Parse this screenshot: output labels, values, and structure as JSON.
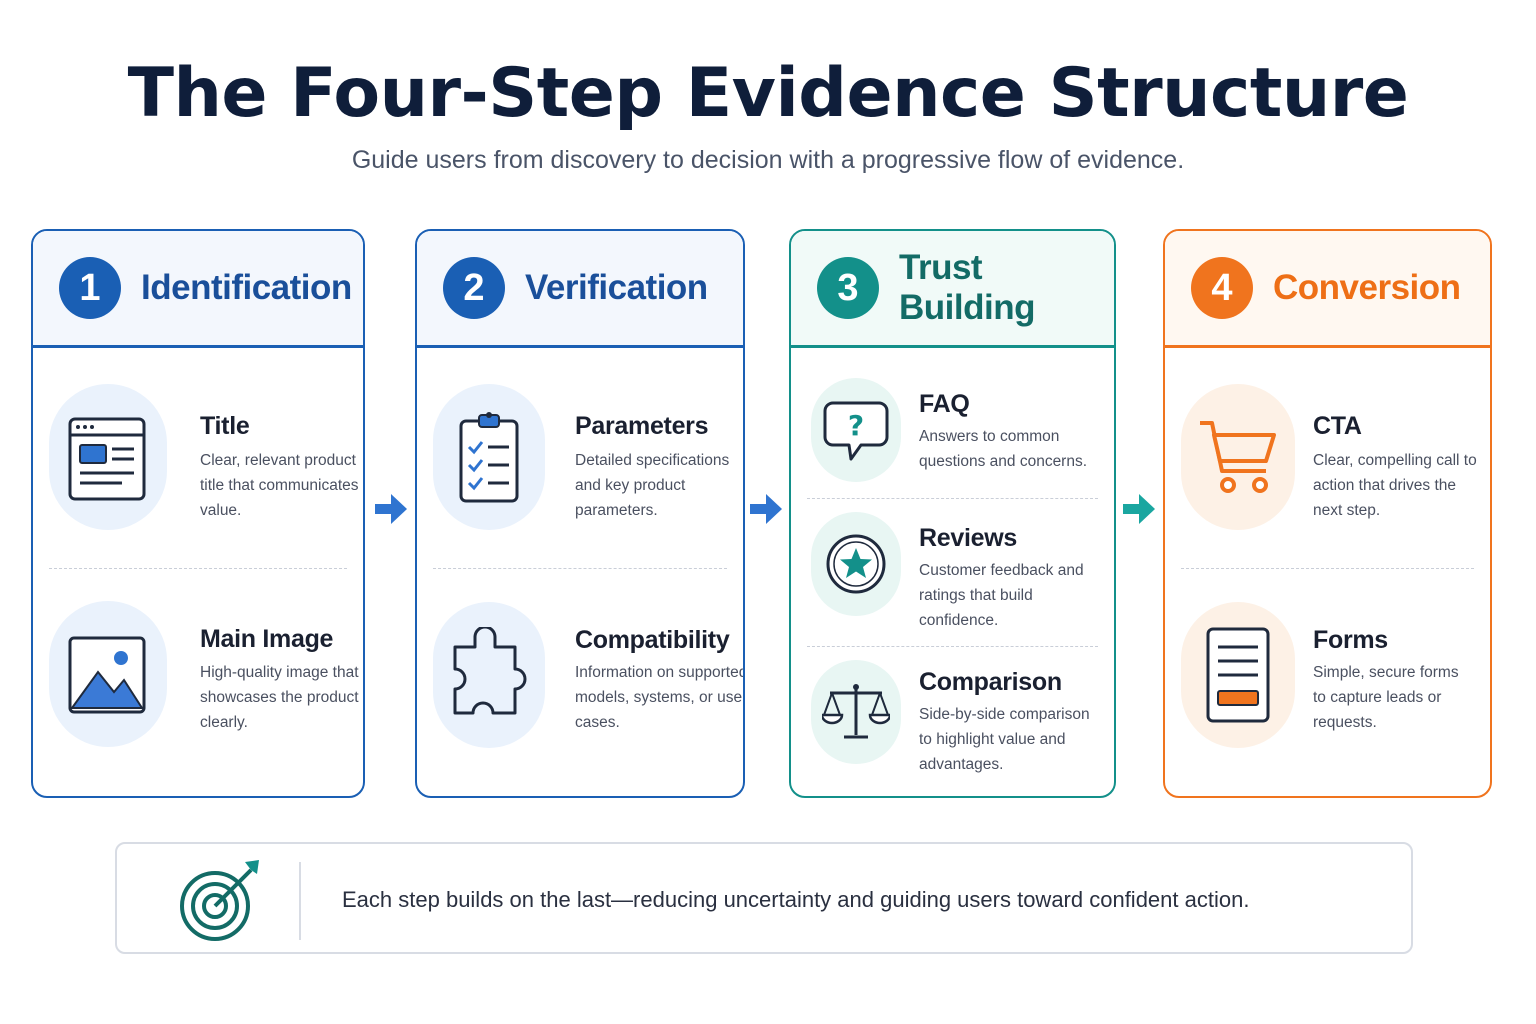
{
  "title": "The Four-Step Evidence Structure",
  "subtitle": "Guide users from discovery to decision with a progressive flow of evidence.",
  "colors": {
    "step1": "#1a5fb4",
    "step2": "#1a5fb4",
    "step3": "#13908a",
    "step4": "#f0741e",
    "title": "#0f1e3a"
  },
  "steps": [
    {
      "number": "1",
      "title": "Identification",
      "items": [
        {
          "title": "Title",
          "icon": "browser-window-icon",
          "desc": "Clear, relevant product title that communicates value."
        },
        {
          "title": "Main Image",
          "icon": "image-icon",
          "desc": "High-quality image that showcases the product clearly."
        }
      ]
    },
    {
      "number": "2",
      "title": "Verification",
      "items": [
        {
          "title": "Parameters",
          "icon": "clipboard-checklist-icon",
          "desc": "Detailed specifications and key product parameters."
        },
        {
          "title": "Compatibility",
          "icon": "puzzle-piece-icon",
          "desc": "Information on supported models, systems, or use cases."
        }
      ]
    },
    {
      "number": "3",
      "title": "Trust Building",
      "items": [
        {
          "title": "FAQ",
          "icon": "question-bubble-icon",
          "desc": "Answers to common questions and concerns."
        },
        {
          "title": "Reviews",
          "icon": "star-badge-icon",
          "desc": "Customer feedback and ratings that build confidence."
        },
        {
          "title": "Comparison",
          "icon": "balance-scale-icon",
          "desc": "Side-by-side comparison to highlight value and advantages."
        }
      ]
    },
    {
      "number": "4",
      "title": "Conversion",
      "items": [
        {
          "title": "CTA",
          "icon": "shopping-cart-icon",
          "desc": "Clear, compelling call to action that drives the next step."
        },
        {
          "title": "Forms",
          "icon": "form-document-icon",
          "desc": "Simple, secure forms to capture leads or requests."
        }
      ]
    }
  ],
  "summary": {
    "icon": "target-icon",
    "text": "Each step builds on the last—reducing uncertainty and guiding users toward confident action."
  }
}
